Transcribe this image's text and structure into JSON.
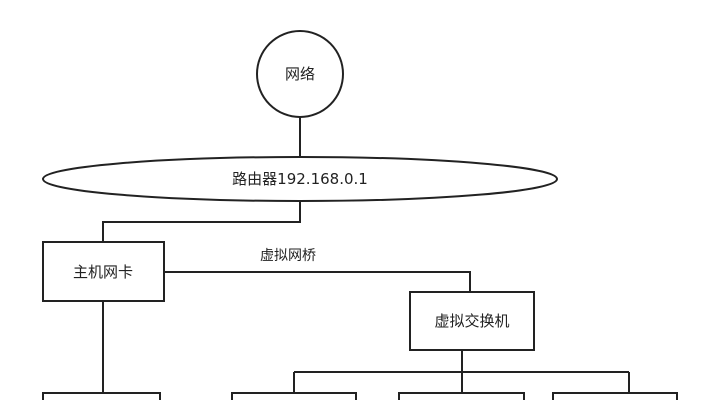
{
  "diagram": {
    "nodes": {
      "network": "网络",
      "router": "路由器192.168.0.1",
      "host_nic": "主机网卡",
      "virtual_switch": "虚拟交换机"
    },
    "edge_labels": {
      "virtual_bridge": "虚拟网桥"
    }
  },
  "colors": {
    "stroke": "#222222",
    "fill": "#ffffff",
    "text": "#222222"
  }
}
